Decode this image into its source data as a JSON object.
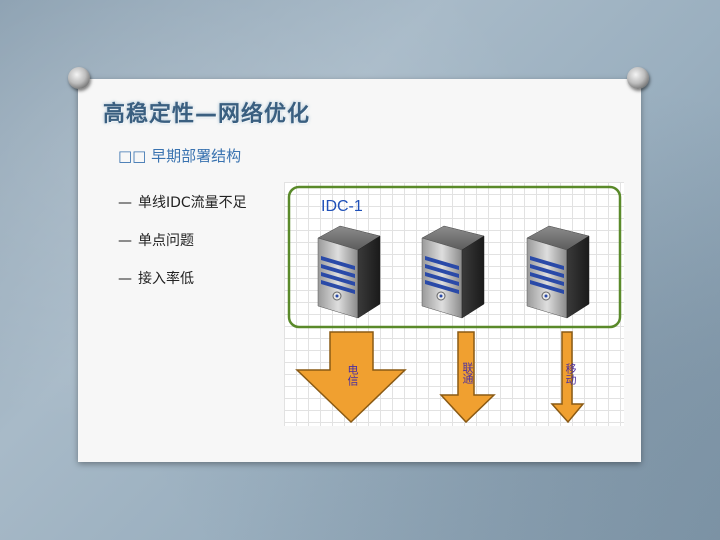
{
  "slide": {
    "title": "高稳定性—网络优化",
    "subtitle": "□□ 早期部署结构",
    "bullets": [
      {
        "dash": "—",
        "text": "单线IDC流量不足"
      },
      {
        "dash": "—",
        "text": "单点问题"
      },
      {
        "dash": "—",
        "text": "接入率低"
      }
    ]
  },
  "diagram": {
    "idc_label": "IDC-1",
    "server_count": 3,
    "links": [
      {
        "label": "电信"
      },
      {
        "label": "联通"
      },
      {
        "label": "移动"
      }
    ],
    "colors": {
      "border": "#5a8a2a",
      "arrow_fill": "#f0a030",
      "arrow_stroke": "#8a5a14",
      "label": "#1f50b8"
    }
  }
}
